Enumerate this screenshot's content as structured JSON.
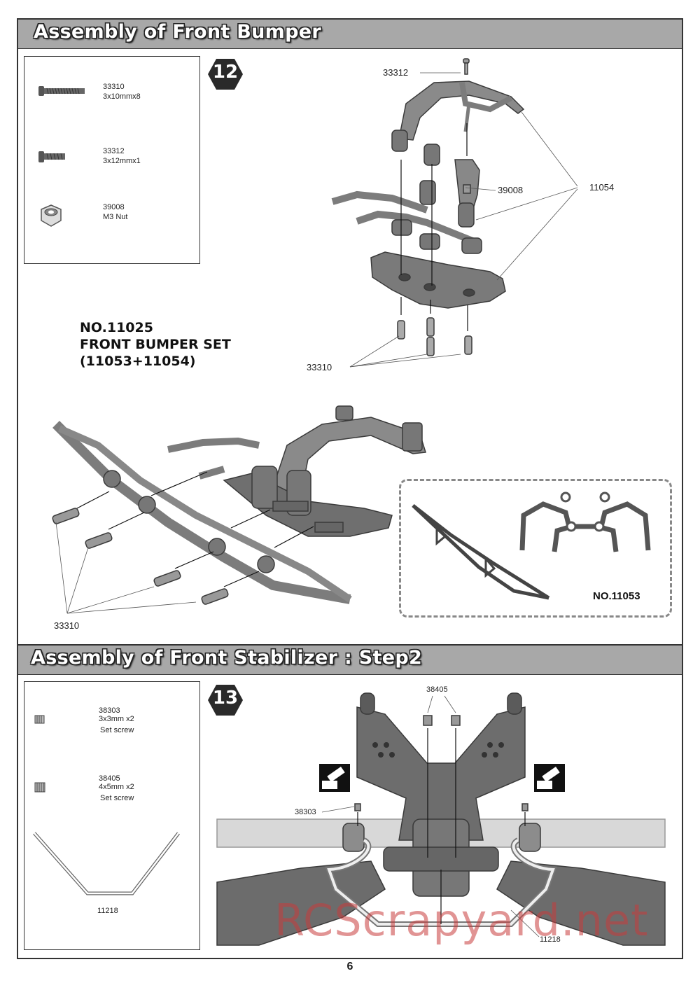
{
  "section1": {
    "title": "Assembly of Front Bumper",
    "step": "12",
    "parts": [
      {
        "code": "33310",
        "spec": "3x10mmx8"
      },
      {
        "code": "33312",
        "spec": "3x12mmx1"
      },
      {
        "code": "39008",
        "spec": "M3 Nut"
      }
    ],
    "callouts": {
      "screw_top": "33312",
      "nut": "39008",
      "bracket": "11054",
      "screws_bottom": "33310",
      "screws_left": "33310"
    },
    "set_title": [
      "NO.11025",
      "FRONT BUMPER SET",
      "(11053+11054)"
    ],
    "inset_label": "NO.11053"
  },
  "section2": {
    "title": "Assembly of Front Stabilizer : Step2",
    "step": "13",
    "parts": [
      {
        "code": "38303",
        "spec": "3x3mm x2",
        "desc": "Set screw"
      },
      {
        "code": "38405",
        "spec": "4x5mm x2",
        "desc": "Set screw"
      },
      {
        "code": "11218",
        "spec": "",
        "desc": ""
      }
    ],
    "callouts": {
      "top_screws": "38405",
      "left_screw": "38303",
      "bar": "11218"
    }
  },
  "page_number": "6",
  "watermark": "RCScrapyard.net"
}
